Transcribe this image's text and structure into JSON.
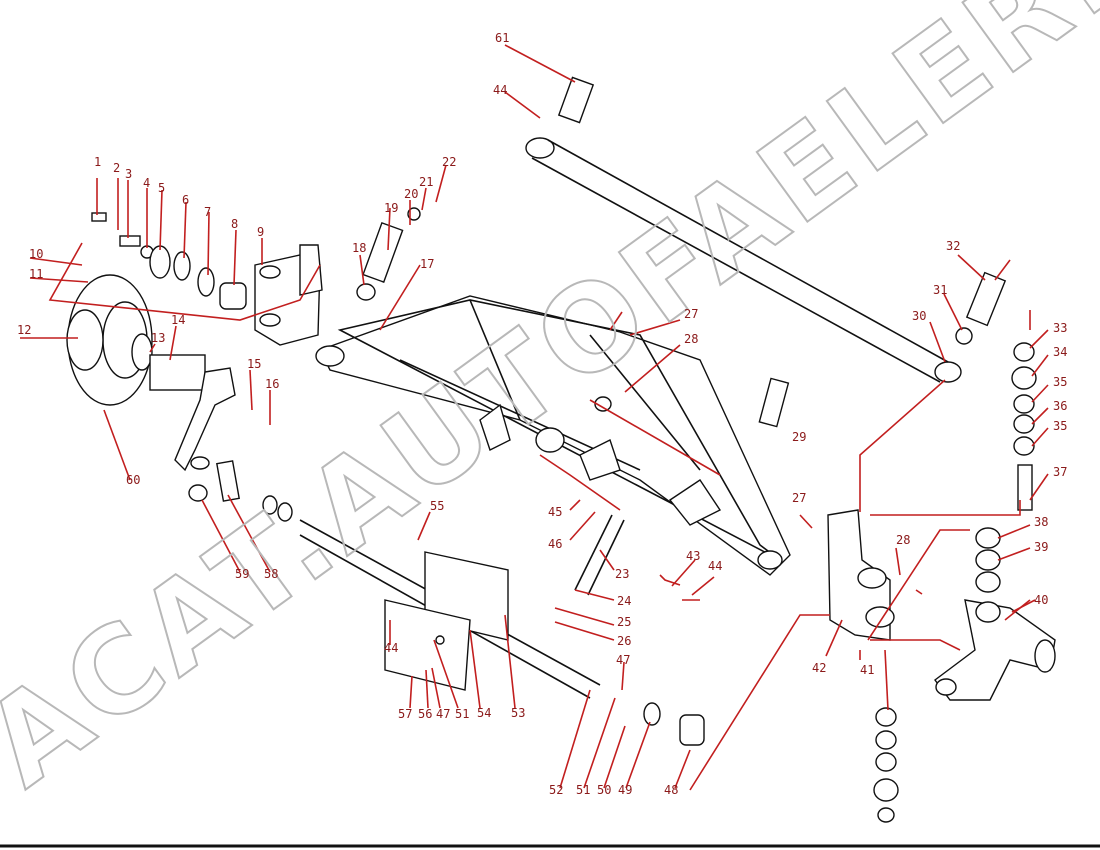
{
  "watermark": "ACAT.AUTOFAELER.RU",
  "labels": [
    "1",
    "2",
    "3",
    "4",
    "5",
    "6",
    "7",
    "8",
    "9",
    "10",
    "11",
    "12",
    "13",
    "14",
    "15",
    "16",
    "17",
    "18",
    "19",
    "20",
    "21",
    "22",
    "23",
    "24",
    "25",
    "26",
    "27",
    "28",
    "29",
    "30",
    "31",
    "32",
    "33",
    "34",
    "35",
    "36",
    "37",
    "38",
    "39",
    "40",
    "41",
    "42",
    "43",
    "44",
    "45",
    "46",
    "47",
    "48",
    "49",
    "50",
    "51",
    "52",
    "53",
    "54",
    "55",
    "56",
    "57",
    "58",
    "59",
    "60",
    "61"
  ],
  "extra_labels": [
    "27",
    "29",
    "35",
    "44",
    "44",
    "47",
    "51",
    "57"
  ]
}
